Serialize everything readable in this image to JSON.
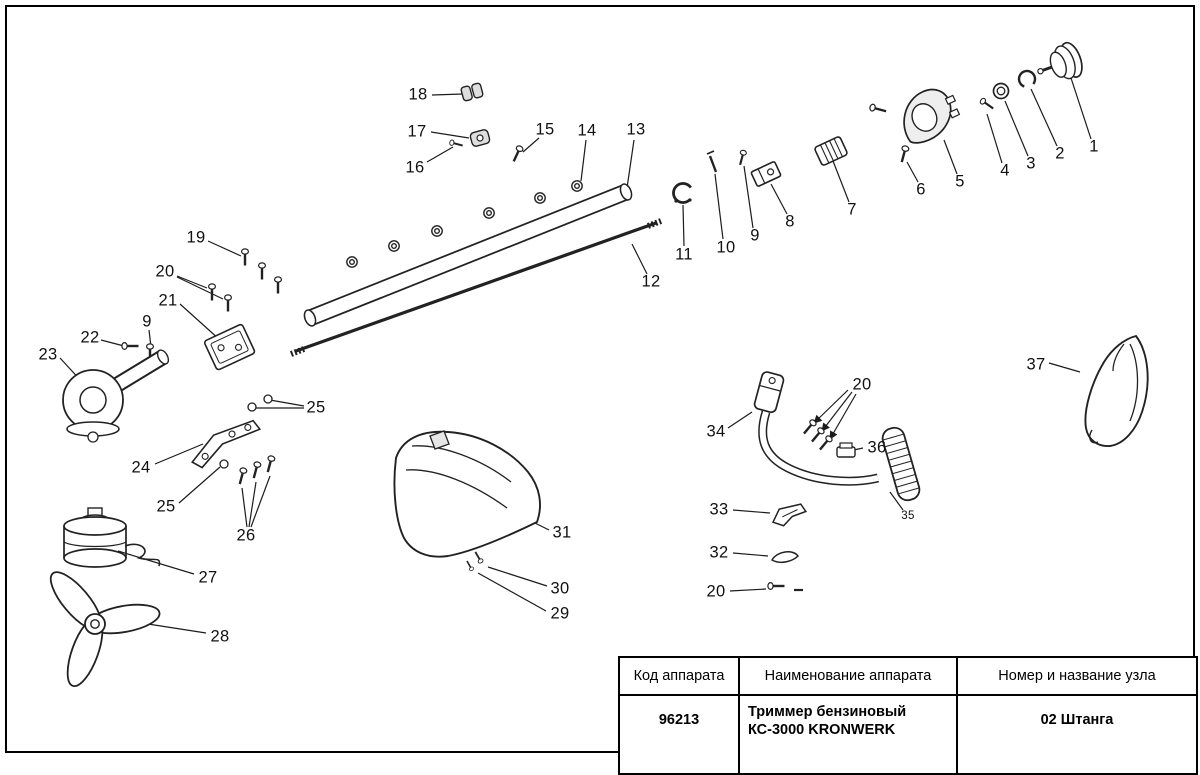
{
  "colors": {
    "background": "#ffffff",
    "line": "#1c1c1c"
  },
  "diagram": {
    "labels": [
      "18",
      "17",
      "16",
      "15",
      "14",
      "13",
      "12",
      "11",
      "10",
      "9",
      "8",
      "7",
      "6",
      "5",
      "4",
      "3",
      "2",
      "1",
      "19",
      "20",
      "21",
      "22",
      "9",
      "23",
      "25",
      "24",
      "25",
      "26",
      "27",
      "28",
      "31",
      "30",
      "29",
      "34",
      "20",
      "36",
      "35",
      "33",
      "32",
      "20",
      "37"
    ]
  },
  "table": {
    "headers": [
      "Код аппарата",
      "Наименование аппарата",
      "Номер и название узла"
    ],
    "row": {
      "code": "96213",
      "name": "Триммер бензиновый КС-3000 KRONWERK",
      "node": "02 Штанга"
    }
  }
}
